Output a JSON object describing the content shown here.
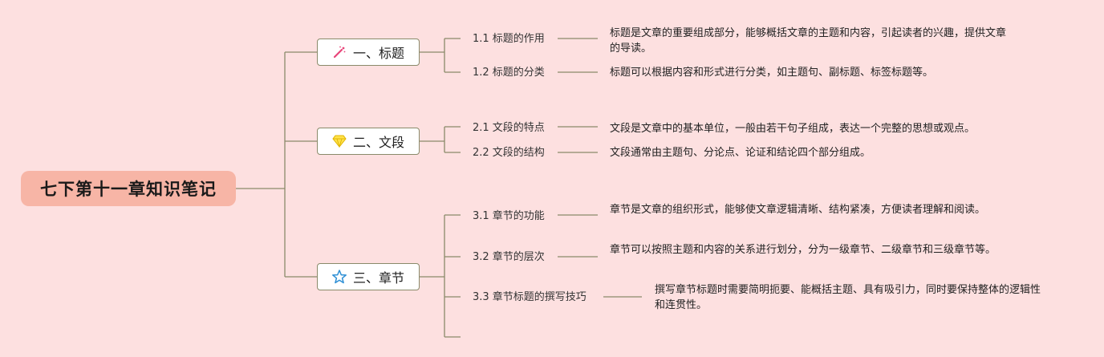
{
  "root": {
    "title": "七下第十一章知识笔记"
  },
  "branches": [
    {
      "label": "一、标题",
      "icon": "magic-wand-icon",
      "items": [
        {
          "label": "1.1 标题的作用",
          "desc": "标题是文章的重要组成部分，能够概括文章的主题和内容，引起读者的兴趣，提供文章的导读。"
        },
        {
          "label": "1.2 标题的分类",
          "desc": "标题可以根据内容和形式进行分类，如主题句、副标题、标签标题等。"
        }
      ]
    },
    {
      "label": "二、文段",
      "icon": "gem-icon",
      "items": [
        {
          "label": "2.1 文段的特点",
          "desc": "文段是文章中的基本单位，一般由若干句子组成，表达一个完整的思想或观点。"
        },
        {
          "label": "2.2 文段的结构",
          "desc": "文段通常由主题句、分论点、论证和结论四个部分组成。"
        }
      ]
    },
    {
      "label": "三、章节",
      "icon": "star-icon",
      "items": [
        {
          "label": "3.1 章节的功能",
          "desc": "章节是文章的组织形式，能够使文章逻辑清晰、结构紧凑，方便读者理解和阅读。"
        },
        {
          "label": "3.2 章节的层次",
          "desc": "章节可以按照主题和内容的关系进行划分，分为一级章节、二级章节和三级章节等。"
        },
        {
          "label": "3.3 章节标题的撰写技巧",
          "desc": "撰写章节标题时需要简明扼要、能概括主题、具有吸引力，同时要保持整体的逻辑性和连贯性。"
        }
      ]
    }
  ],
  "colors": {
    "background": "#fde0e0",
    "root_fill": "#f7b5a6",
    "connector": "#8a8a6a"
  }
}
